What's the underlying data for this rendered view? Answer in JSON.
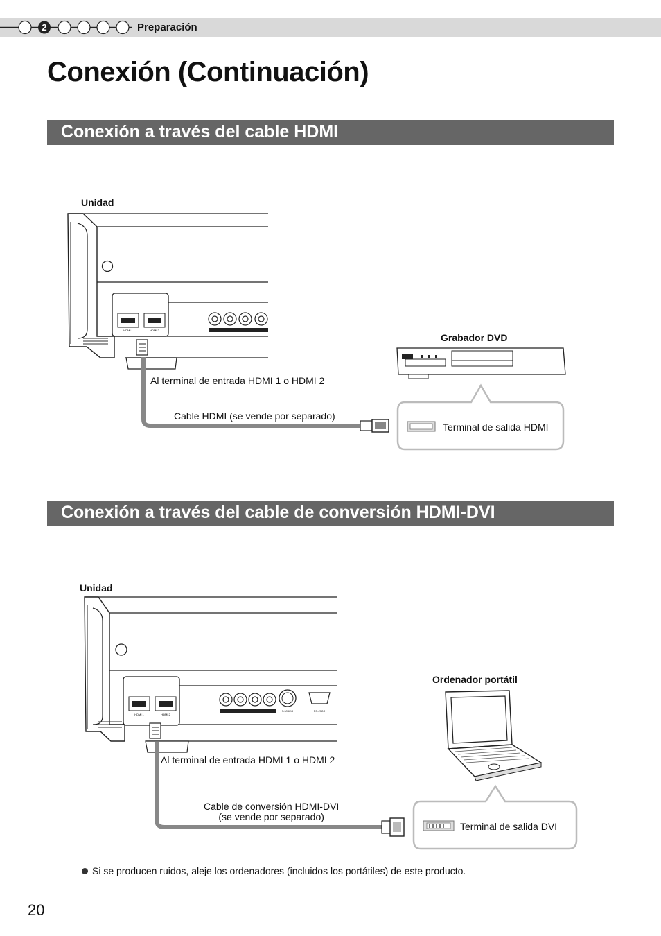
{
  "header": {
    "step_number": "2",
    "section_label": "Preparación"
  },
  "page_title": "Conexión (Continuación)",
  "section1": {
    "title": "Conexión a través del cable HDMI",
    "unit_label": "Unidad",
    "device_label": "Grabador DVD",
    "input_label": "Al terminal de entrada HDMI 1 o HDMI 2",
    "cable_label": "Cable HDMI (se vende por separado)",
    "output_label": "Terminal de salida HDMI",
    "port_labels": [
      "HDMI 1",
      "HDMI 2"
    ]
  },
  "section2": {
    "title": "Conexión a través del cable de conversión HDMI-DVI",
    "unit_label": "Unidad",
    "device_label": "Ordenador portátil",
    "input_label": "Al terminal de entrada HDMI 1 o HDMI 2",
    "cable_label_line1": "Cable de conversión HDMI-DVI",
    "cable_label_line2": "(se vende por separado)",
    "output_label": "Terminal de salida DVI",
    "port_labels": [
      "HDMI 1",
      "HDMI 2",
      "S-VIDEO",
      "RS-232C"
    ]
  },
  "note": "Si se producen ruidos, aleje los ordenadores (incluidos los portátiles) de este producto.",
  "page_number": "20"
}
